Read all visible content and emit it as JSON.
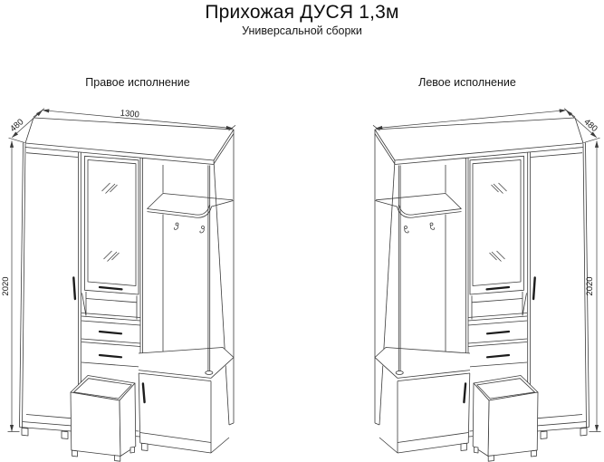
{
  "header": {
    "title": "Прихожая ДУСЯ 1,3м",
    "subtitle": "Универсальной сборки"
  },
  "right_version": {
    "label": "Правое исполнение",
    "dimensions": {
      "width": "1300",
      "depth": "480",
      "height": "2020"
    }
  },
  "left_version": {
    "label": "Левое исполнение",
    "dimensions": {
      "depth": "480",
      "height": "2020"
    }
  }
}
